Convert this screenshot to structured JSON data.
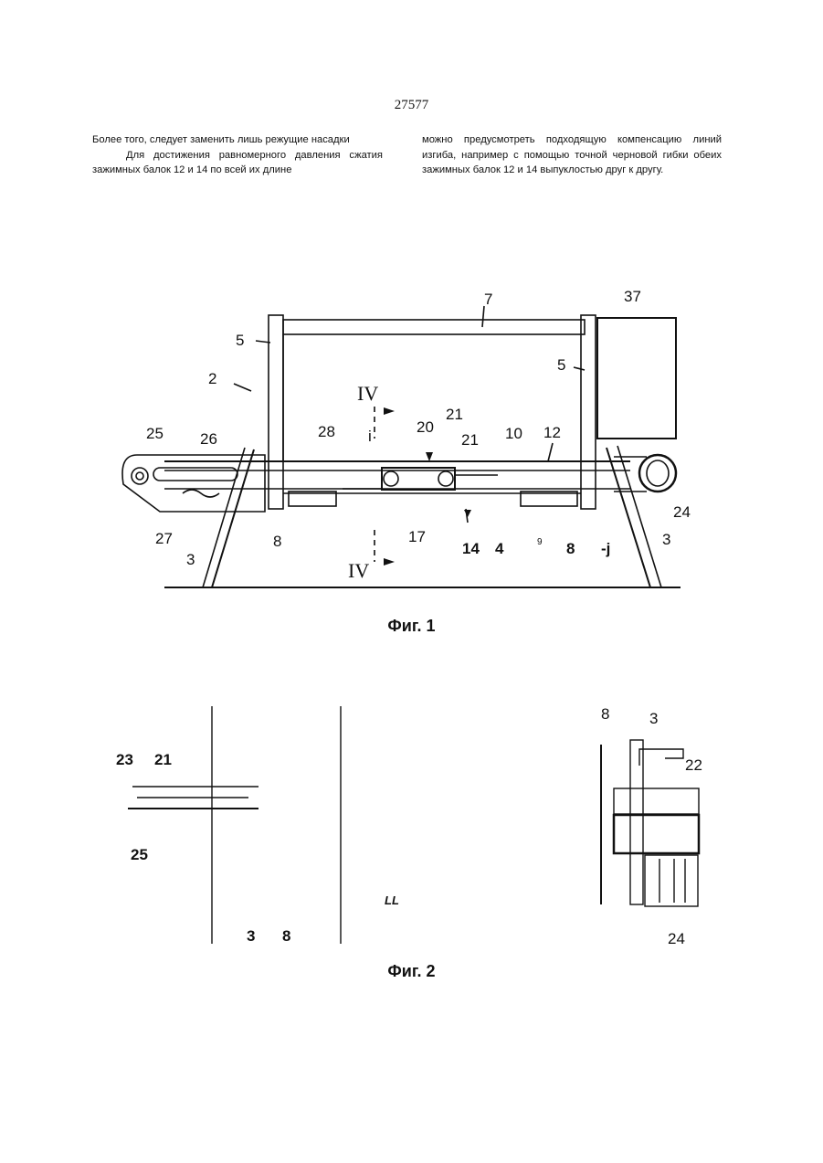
{
  "page_number": "27577",
  "text": {
    "left_column": [
      "Более того, следует заменить лишь режущие на­садки",
      "Для достижения равномерного давления сжатия зажимных балок 12 и 14 по всей их длине"
    ],
    "right_column": [
      "можно предусмотреть подходящую компенсацию линий изгиба, например с помощью точной черно­вой гибки обеих зажимных балок 12 и 14 выпукло­стью друг к другу."
    ]
  },
  "figure1": {
    "caption": "Фиг. 1",
    "labels": {
      "l7": "7",
      "l37": "37",
      "l5a": "5",
      "l5b": "5",
      "l2": "2",
      "l_iv_top": "IV",
      "l_i": "i",
      "l20": "20",
      "l21a": "21",
      "l21b": "21",
      "l10": "10",
      "l12": "12",
      "l28": "28",
      "l25": "25",
      "l26": "26",
      "l27": "27",
      "l3a": "3",
      "l8a": "8",
      "l17": "17",
      "l14": "14",
      "l4": "4",
      "l9": "9",
      "l8b": "8",
      "l_j": "-j",
      "l3b": "3",
      "l24": "24",
      "l_iv_bottom": "IV"
    }
  },
  "figure2": {
    "caption": "Фиг. 2",
    "labels": {
      "l23": "23",
      "l21": "21",
      "l25": "25",
      "l3": "3",
      "l8": "8",
      "l_ll": "LL",
      "l8r": "8",
      "l3r": "3",
      "l22": "22",
      "l24": "24"
    }
  }
}
